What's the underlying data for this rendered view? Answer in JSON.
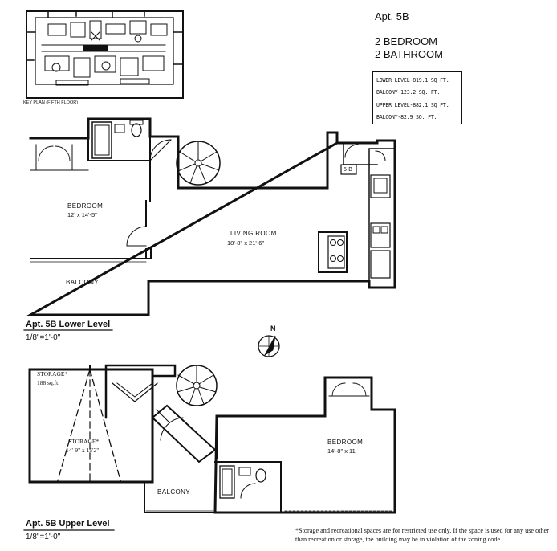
{
  "header": {
    "apt": "Apt. 5B",
    "bedrooms": "2 BEDROOM",
    "bathrooms": "2 BATHROOM"
  },
  "key_plan": {
    "label": "KEY PLAN (FIFTH FLOOR)"
  },
  "areas": [
    "LOWER LEVEL-819.1 SQ FT.",
    "BALCONY-123.2 SQ. FT.",
    "UPPER LEVEL-882.1 SQ FT.",
    "BALCONY-82.9 SQ. FT."
  ],
  "lower_level": {
    "title": "Apt. 5B Lower Level",
    "scale": "1/8\"=1'-0\"",
    "rooms": {
      "bedroom": {
        "name": "BEDROOM",
        "dims": "12' x 14'-5\""
      },
      "living": {
        "name": "LIVING ROOM",
        "dims": "18'-8\" x 21'-6\""
      },
      "balcony": {
        "name": "BALCONY"
      },
      "unit_tag": "5-B"
    }
  },
  "compass": {
    "label": "N"
  },
  "upper_level": {
    "title": "Apt. 5B Upper Level",
    "scale": "1/8\"=1'-0\"",
    "rooms": {
      "storage_top": {
        "name": "STORAGE*",
        "area": "188 sq.ft."
      },
      "storage_mid": {
        "name": "STORAGE*",
        "dims": "14'-9\" x 15'2\""
      },
      "bedroom": {
        "name": "BEDROOM",
        "dims": "14'-8\" x 11'"
      },
      "balcony": {
        "name": "BALCONY"
      }
    }
  },
  "footnote": "*Storage and recreational spaces are for restricted use only. If the space is used for any use other than recreation or storage, the building may be in violation of the zoning code."
}
